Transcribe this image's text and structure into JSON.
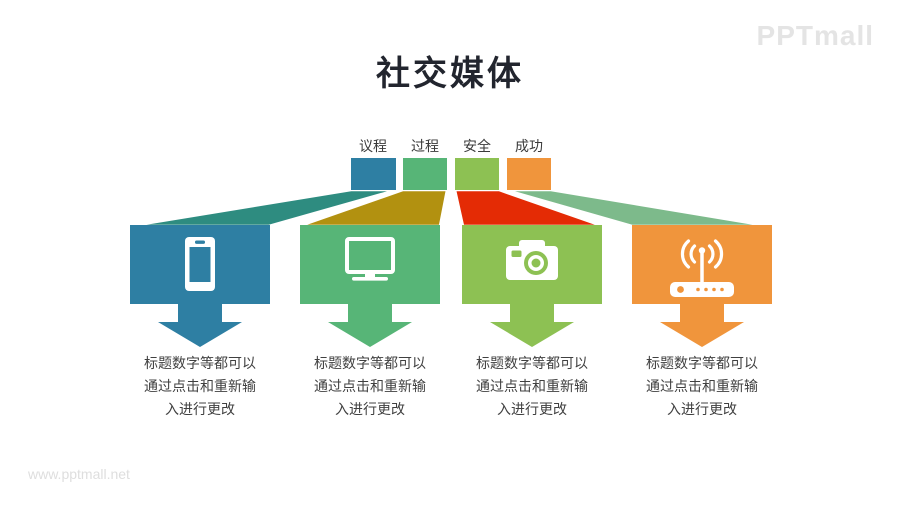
{
  "page": {
    "title": "社交媒体",
    "brand": "PPTmall",
    "watermark": "www.pptmall.net"
  },
  "columns": [
    {
      "label": "议程",
      "icon": "smartphone-icon",
      "block_color": "#2E7FA3",
      "beam_color": "#2E8C80",
      "desc": "标题数字等都可以\n通过点击和重新输\n入进行更改"
    },
    {
      "label": "过程",
      "icon": "monitor-icon",
      "block_color": "#57B577",
      "beam_color": "#B29110",
      "desc": "标题数字等都可以\n通过点击和重新输\n入进行更改"
    },
    {
      "label": "安全",
      "icon": "camera-icon",
      "block_color": "#8DC153",
      "beam_color": "#E42B05",
      "desc": "标题数字等都可以\n通过点击和重新输\n入进行更改"
    },
    {
      "label": "成功",
      "icon": "wifi-router-icon",
      "block_color": "#F0953C",
      "beam_color": "#7DBA8B",
      "desc": "标题数字等都可以\n通过点击和重新输\n入进行更改"
    }
  ]
}
